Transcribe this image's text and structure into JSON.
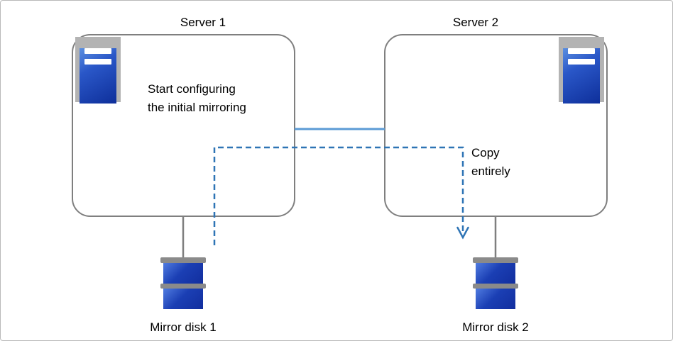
{
  "servers": [
    {
      "title": "Server 1",
      "note_line1": "Start configuring",
      "note_line2": "the initial mirroring"
    },
    {
      "title": "Server 2"
    }
  ],
  "copy": {
    "line1": "Copy",
    "line2": "entirely"
  },
  "disks": [
    {
      "label": "Mirror disk 1"
    },
    {
      "label": "Mirror disk 2"
    }
  ],
  "icons": {
    "server1": "server-tower-icon",
    "server2": "server-tower-icon",
    "copy_arrow": "arrow-down-icon"
  },
  "colors": {
    "box_border": "#7f7f7f",
    "solid_link_blue": "#5b9bd5",
    "dashed_link_blue": "#2e74b5",
    "icon_blue": "#1a3fae",
    "disk_blue": "#1b3fb4",
    "connector_gray": "#7f7f7f",
    "icon_frame_gray": "#b3b3b3"
  }
}
